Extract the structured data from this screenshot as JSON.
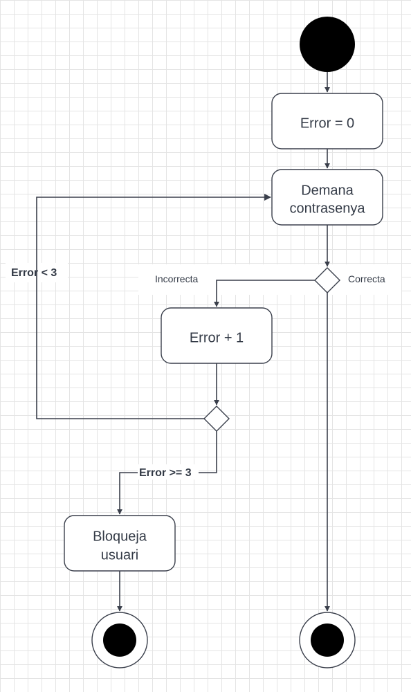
{
  "nodes": {
    "init_error": "Error = 0",
    "ask_password": [
      "Demana",
      "contrasenya"
    ],
    "increment_error": "Error + 1",
    "block_user": [
      "Bloqueja",
      "usuari"
    ]
  },
  "edges": {
    "incorrect": "Incorrecta",
    "correct": "Correcta",
    "retry": "Error < 3",
    "limit": "Error >= 3"
  },
  "colors": {
    "stroke": "#3a3f4b",
    "text": "#333a46",
    "fill": "#000000",
    "grid": "#e4e4e4"
  }
}
